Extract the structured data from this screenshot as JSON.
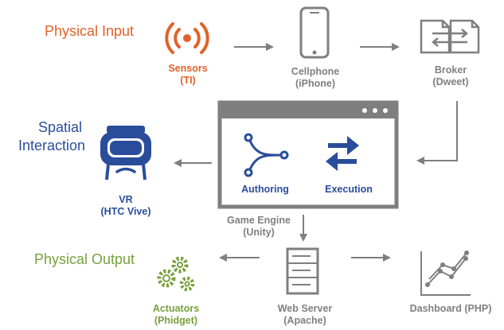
{
  "sections": {
    "physical_input": "Physical Input",
    "spatial_interaction_line1": "Spatial",
    "spatial_interaction_line2": "Interaction",
    "physical_output": "Physical Output"
  },
  "nodes": {
    "sensors": {
      "name": "Sensors",
      "detail": "(TI)",
      "icon": "broadcast-icon"
    },
    "cellphone": {
      "name": "Cellphone",
      "detail": "(iPhone)",
      "icon": "smartphone-icon"
    },
    "broker": {
      "name": "Broker",
      "detail": "(Dweet)",
      "icon": "exchange-documents-icon"
    },
    "vr": {
      "name": "VR",
      "detail": "(HTC Vive)",
      "icon": "vr-headset-icon"
    },
    "game_engine": {
      "name": "Game Engine",
      "detail": "(Unity)",
      "authoring": "Authoring",
      "execution": "Execution"
    },
    "actuators": {
      "name": "Actuators",
      "detail": "(Phidget)",
      "icon": "gears-icon"
    },
    "web_server": {
      "name": "Web Server",
      "detail": "(Apache)",
      "icon": "server-icon"
    },
    "dashboard": {
      "name": "Dashboard (PHP)",
      "icon": "line-chart-icon"
    }
  },
  "colors": {
    "gray": "#7f7f7f",
    "blue": "#2a4d9b",
    "orange": "#e0622a",
    "green": "#78a03c"
  }
}
